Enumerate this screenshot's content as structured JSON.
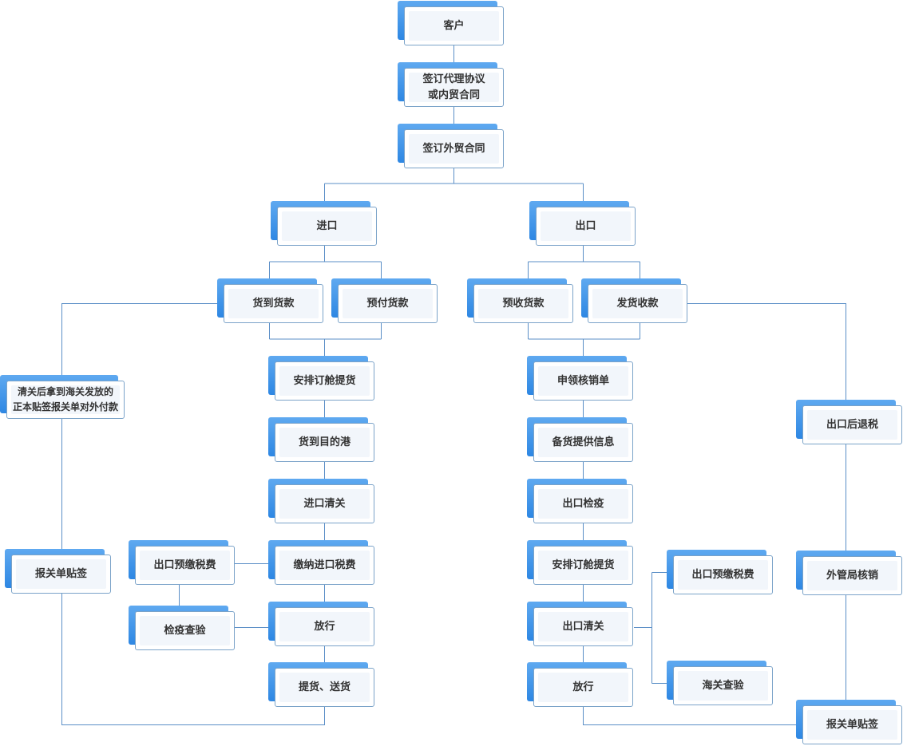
{
  "nodes": {
    "customer": "客户",
    "sign_agency": "签订代理协议\n或内贸合同",
    "sign_foreign": "签订外贸合同",
    "import": "进口",
    "export": "出口",
    "pay_on_arrival": "货到货款",
    "prepay": "预付货款",
    "pre_receive": "预收货款",
    "ship_receive": "发货收款",
    "pay_after_clearance": "清关后拿到海关发放的\n正本贴签报关单对外付款",
    "imp_book_ship": "安排订舱提货",
    "imp_arrive_port": "货到目的港",
    "imp_clearance": "进口清关",
    "imp_pay_tax": "缴纳进口税费",
    "imp_release": "放行",
    "imp_pickup_deliver": "提货、送货",
    "imp_prepay_tax": "出口预缴税费",
    "imp_quarantine": "检疫查验",
    "imp_decl_label": "报关单贴签",
    "exp_apply_verify": "申领核销单",
    "exp_prepare_info": "备货提供信息",
    "exp_quarantine": "出口检疫",
    "exp_book_ship": "安排订舱提货",
    "exp_clearance": "出口清关",
    "exp_release": "放行",
    "exp_prepay_tax": "出口预缴税费",
    "exp_customs_inspect": "海关查验",
    "exp_tax_refund": "出口后退税",
    "exp_forex_verify": "外管局核销",
    "exp_decl_label": "报关单贴签"
  },
  "colors": {
    "line": "#5b8fc7",
    "box_border": "#7ba3c9",
    "shadow": "#2e87e3",
    "text": "#333333"
  }
}
